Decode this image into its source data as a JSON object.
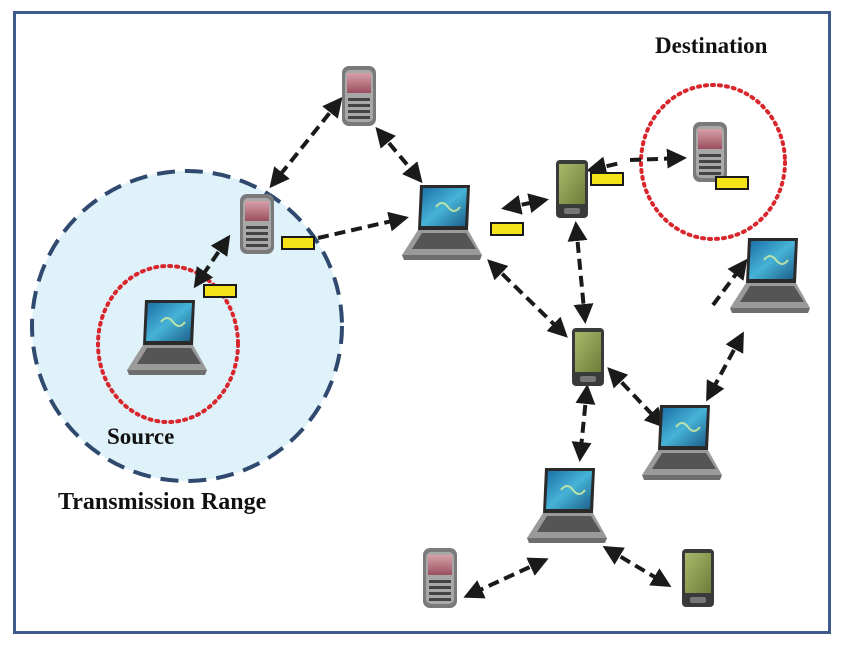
{
  "labels": {
    "destination": "Destination",
    "source": "Source",
    "transmission_range": "Transmission Range"
  },
  "colors": {
    "frame": "#3d5a8a",
    "range_fill": "#dff2fa",
    "range_stroke": "#2f4a6e",
    "dotted_circle": "#d9262c",
    "arrow": "#1a1a1a",
    "packet": "#f5e31a",
    "laptop_screen": "#2e8fbf",
    "phone_red": "#b8707a",
    "phone_green": "#8a9a4a"
  },
  "nodes": [
    {
      "id": "phone-top",
      "kind": "phone-red-icon"
    },
    {
      "id": "phone-source-near",
      "kind": "phone-red-icon"
    },
    {
      "id": "laptop-source",
      "kind": "laptop-icon"
    },
    {
      "id": "laptop-center",
      "kind": "laptop-icon"
    },
    {
      "id": "pda-upper",
      "kind": "phone-green-icon"
    },
    {
      "id": "phone-destination",
      "kind": "phone-red-icon"
    },
    {
      "id": "laptop-right",
      "kind": "laptop-icon"
    },
    {
      "id": "pda-middle",
      "kind": "phone-green-icon"
    },
    {
      "id": "laptop-lower-right",
      "kind": "laptop-icon"
    },
    {
      "id": "laptop-bottom",
      "kind": "laptop-icon"
    },
    {
      "id": "phone-bottom-left",
      "kind": "phone-red-icon"
    },
    {
      "id": "pda-bottom-right",
      "kind": "phone-green-icon"
    }
  ]
}
